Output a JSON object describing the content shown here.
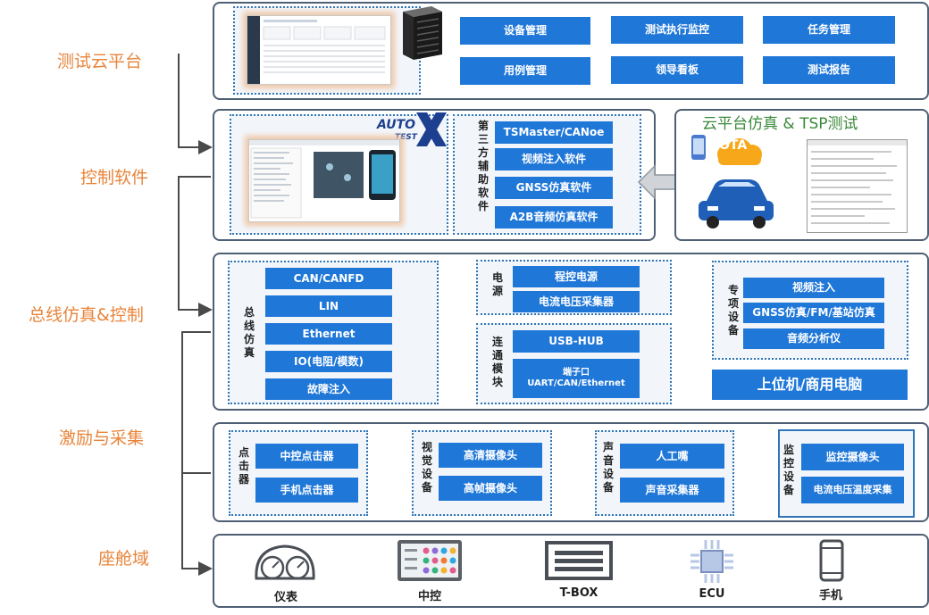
{
  "layers": {
    "cloud": "测试云平台",
    "control": "控制软件",
    "bus": "总线仿真&控制",
    "stimulus": "激励与采集",
    "cabin": "座舱域"
  },
  "cloud_platform": {
    "buttons": [
      "设备管理",
      "测试执行监控",
      "任务管理",
      "用例管理",
      "领导看板",
      "测试报告"
    ]
  },
  "control_software": {
    "logo_text": "AUTO TEST",
    "third_party_label": "第三方辅助软件",
    "third_party": [
      "TSMaster/CANoe",
      "视频注入软件",
      "GNSS仿真软件",
      "A2B音频仿真软件"
    ],
    "cloud_sim_title": "云平台仿真 & TSP测试",
    "ota_badge": "OTA"
  },
  "bus_sim": {
    "label": "总线仿真",
    "items": [
      "CAN/CANFD",
      "LIN",
      "Ethernet",
      "IO(电阻/模数)",
      "故障注入"
    ],
    "power_label": "电源",
    "power": [
      "程控电源",
      "电流电压采集器"
    ],
    "conn_label": "连通模块",
    "conn": [
      "USB-HUB",
      "端子口\nUART/CAN/Ethernet"
    ],
    "special_label": "专项设备",
    "special": [
      "视频注入",
      "GNSS仿真/FM/基站仿真",
      "音频分析仪"
    ],
    "host": "上位机/商用电脑"
  },
  "stimulus": {
    "clicker_label": "点击器",
    "clicker": [
      "中控点击器",
      "手机点击器"
    ],
    "vision_label": "视觉设备",
    "vision": [
      "高清摄像头",
      "高帧摄像头"
    ],
    "audio_label": "声音设备",
    "audio": [
      "人工嘴",
      "声音采集器"
    ],
    "monitor_label": "监控设备",
    "monitor": [
      "监控摄像头",
      "电流电压温度采集"
    ]
  },
  "cabin": {
    "devices": [
      {
        "label": "仪表",
        "icon": "gauge-cluster-icon"
      },
      {
        "label": "中控",
        "icon": "infotainment-icon"
      },
      {
        "label": "T-BOX",
        "icon": "tbox-icon"
      },
      {
        "label": "ECU",
        "icon": "chip-icon"
      },
      {
        "label": "手机",
        "icon": "phone-icon"
      }
    ]
  },
  "colors": {
    "accent_orange": "#e8843a",
    "button_blue": "#1f77d8",
    "panel_border": "#4f5f74"
  }
}
